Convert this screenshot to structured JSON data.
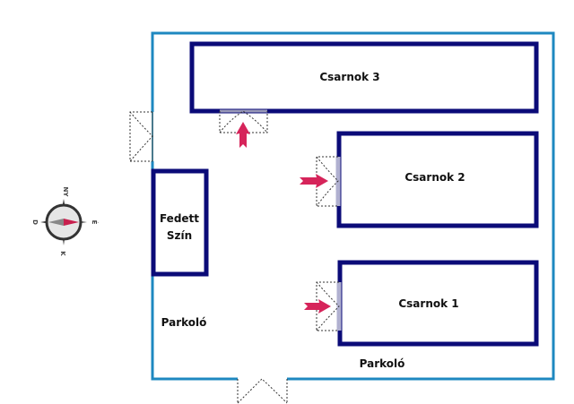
{
  "buildings": [
    {
      "id": "csarnok-3",
      "label": "Csarnok 3"
    },
    {
      "id": "csarnok-2",
      "label": "Csarnok 2"
    },
    {
      "id": "csarnok-1",
      "label": "Csarnok 1"
    }
  ],
  "shed": {
    "line1": "Fedett",
    "line2": "Szín"
  },
  "parking": [
    "Parkoló",
    "Parkoló"
  ],
  "compass": {
    "top": "NY",
    "right": "É",
    "bottom": "K",
    "left": "D"
  },
  "colors": {
    "hall": "#0b0b78",
    "boundary": "#1e88c0",
    "arrow": "#d6245a"
  }
}
